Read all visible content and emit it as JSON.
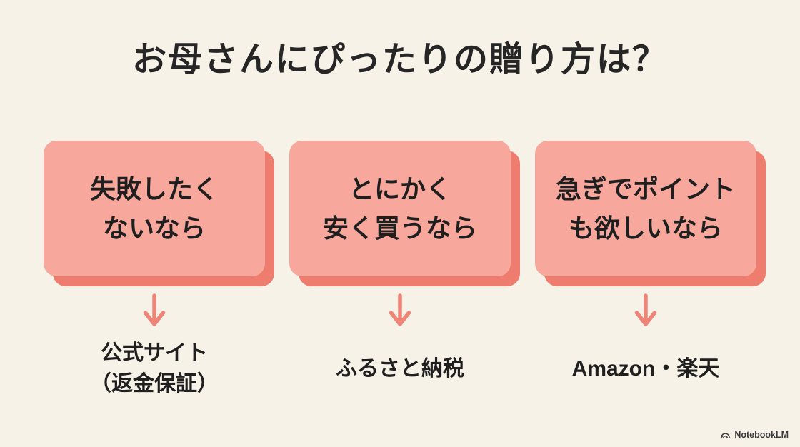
{
  "page": {
    "title": "お母さんにぴったりの贈り方は？"
  },
  "flow": {
    "columns": [
      {
        "condition": {
          "lines": [
            "失敗したく",
            "ないなら"
          ]
        },
        "result": {
          "lines": [
            "公式サイト",
            "（返金保証）"
          ]
        }
      },
      {
        "condition": {
          "lines": [
            "とにかく",
            "安く買うなら"
          ]
        },
        "result": {
          "lines": [
            "ふるさと納税"
          ]
        }
      },
      {
        "condition": {
          "lines": [
            "急ぎでポイント",
            "も欲しいなら"
          ]
        },
        "result": {
          "lines": [
            "Amazon・楽天"
          ]
        }
      }
    ]
  },
  "watermark": {
    "label": "NotebookLM"
  },
  "colors": {
    "background": "#F6F2E7",
    "card_fill": "#F8A79C",
    "card_shadow": "#EE7D6F",
    "arrow": "#EF8478",
    "text": "#232323",
    "watermark_text": "#3B3B3B"
  }
}
